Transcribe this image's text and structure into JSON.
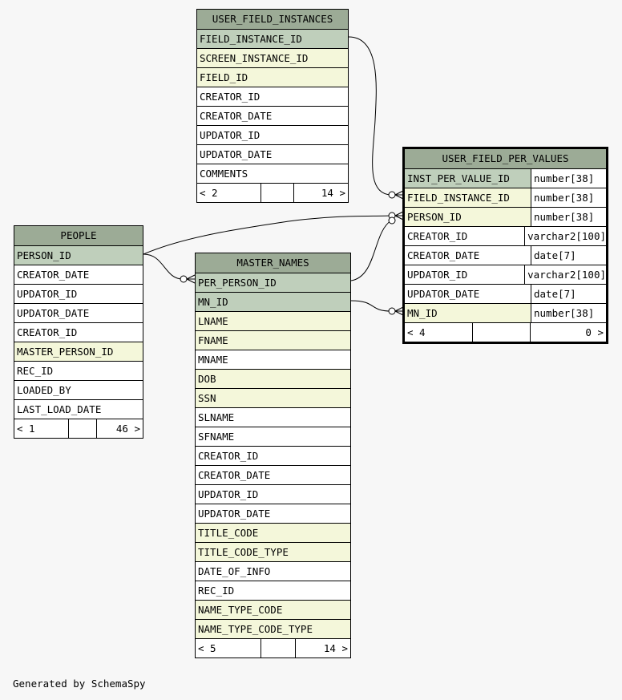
{
  "footer": "Generated by SchemaSpy",
  "tables": {
    "user_field_instances": {
      "name": "USER_FIELD_INSTANCES",
      "columns": [
        {
          "name": "FIELD_INSTANCE_ID",
          "kind": "pk"
        },
        {
          "name": "SCREEN_INSTANCE_ID",
          "kind": "fk"
        },
        {
          "name": "FIELD_ID",
          "kind": "fk"
        },
        {
          "name": "CREATOR_ID",
          "kind": "plain"
        },
        {
          "name": "CREATOR_DATE",
          "kind": "plain"
        },
        {
          "name": "UPDATOR_ID",
          "kind": "plain"
        },
        {
          "name": "UPDATOR_DATE",
          "kind": "plain"
        },
        {
          "name": "COMMENTS",
          "kind": "plain"
        }
      ],
      "footer": {
        "left": "< 2",
        "right": "14 >"
      }
    },
    "people": {
      "name": "PEOPLE",
      "columns": [
        {
          "name": "PERSON_ID",
          "kind": "pk"
        },
        {
          "name": "CREATOR_DATE",
          "kind": "plain"
        },
        {
          "name": "UPDATOR_ID",
          "kind": "plain"
        },
        {
          "name": "UPDATOR_DATE",
          "kind": "plain"
        },
        {
          "name": "CREATOR_ID",
          "kind": "plain"
        },
        {
          "name": "MASTER_PERSON_ID",
          "kind": "fk"
        },
        {
          "name": "REC_ID",
          "kind": "plain"
        },
        {
          "name": "LOADED_BY",
          "kind": "plain"
        },
        {
          "name": "LAST_LOAD_DATE",
          "kind": "plain"
        }
      ],
      "footer": {
        "left": "< 1",
        "right": "46 >"
      }
    },
    "master_names": {
      "name": "MASTER_NAMES",
      "columns": [
        {
          "name": "PER_PERSON_ID",
          "kind": "pk"
        },
        {
          "name": "MN_ID",
          "kind": "pk"
        },
        {
          "name": "LNAME",
          "kind": "fk"
        },
        {
          "name": "FNAME",
          "kind": "fk"
        },
        {
          "name": "MNAME",
          "kind": "plain"
        },
        {
          "name": "DOB",
          "kind": "fk"
        },
        {
          "name": "SSN",
          "kind": "fk"
        },
        {
          "name": "SLNAME",
          "kind": "plain"
        },
        {
          "name": "SFNAME",
          "kind": "plain"
        },
        {
          "name": "CREATOR_ID",
          "kind": "plain"
        },
        {
          "name": "CREATOR_DATE",
          "kind": "plain"
        },
        {
          "name": "UPDATOR_ID",
          "kind": "plain"
        },
        {
          "name": "UPDATOR_DATE",
          "kind": "plain"
        },
        {
          "name": "TITLE_CODE",
          "kind": "fk"
        },
        {
          "name": "TITLE_CODE_TYPE",
          "kind": "fk"
        },
        {
          "name": "DATE_OF_INFO",
          "kind": "plain"
        },
        {
          "name": "REC_ID",
          "kind": "plain"
        },
        {
          "name": "NAME_TYPE_CODE",
          "kind": "fk"
        },
        {
          "name": "NAME_TYPE_CODE_TYPE",
          "kind": "fk"
        }
      ],
      "footer": {
        "left": "< 5",
        "right": "14 >"
      }
    },
    "user_field_per_values": {
      "name": "USER_FIELD_PER_VALUES",
      "columns": [
        {
          "name": "INST_PER_VALUE_ID",
          "type": "number[38]",
          "kind": "pk"
        },
        {
          "name": "FIELD_INSTANCE_ID",
          "type": "number[38]",
          "kind": "fk"
        },
        {
          "name": "PERSON_ID",
          "type": "number[38]",
          "kind": "fk"
        },
        {
          "name": "CREATOR_ID",
          "type": "varchar2[100]",
          "kind": "plain"
        },
        {
          "name": "CREATOR_DATE",
          "type": "date[7]",
          "kind": "plain"
        },
        {
          "name": "UPDATOR_ID",
          "type": "varchar2[100]",
          "kind": "plain"
        },
        {
          "name": "UPDATOR_DATE",
          "type": "date[7]",
          "kind": "plain"
        },
        {
          "name": "MN_ID",
          "type": "number[38]",
          "kind": "fk"
        }
      ],
      "footer": {
        "left": "< 4",
        "right": "0 >"
      }
    }
  }
}
